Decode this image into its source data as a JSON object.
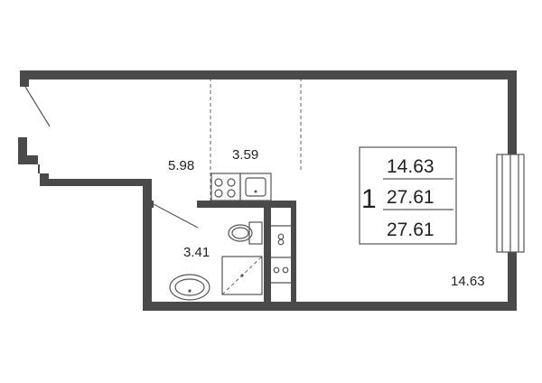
{
  "plan": {
    "room_areas": {
      "hall": "5.98",
      "kitchen": "3.59",
      "bathroom": "3.41",
      "living": "14.63"
    },
    "summary": {
      "rooms": "1",
      "living_area": "14.63",
      "total_area": "27.61",
      "total_area_with_balcony": "27.61"
    }
  }
}
